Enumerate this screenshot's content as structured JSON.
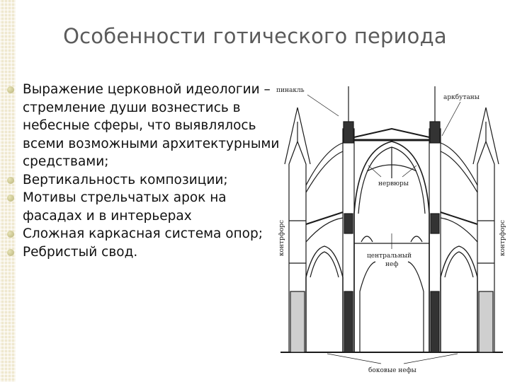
{
  "slide": {
    "title": "Особенности готического периода",
    "bullets": [
      "Выражение церковной идеологии – стремление души вознестись в небесные сферы, что выявлялось всеми возможными архитектурными средствами;",
      "Вертикальность композиции;",
      "Мотивы стрельчатых арок на фасадах и в интерьерах",
      "Сложная каркасная система опор;",
      "Ребристый свод."
    ]
  },
  "diagram": {
    "labels": {
      "pinnacle": "пинакль",
      "flying_buttresses": "аркбутаны",
      "ribs": "нервюры",
      "central_nave_1": "центральный",
      "central_nave_2": "неф",
      "buttress_left": "контрфорс",
      "buttress_right": "контрфорс",
      "side_naves": "боковые нефы"
    }
  }
}
